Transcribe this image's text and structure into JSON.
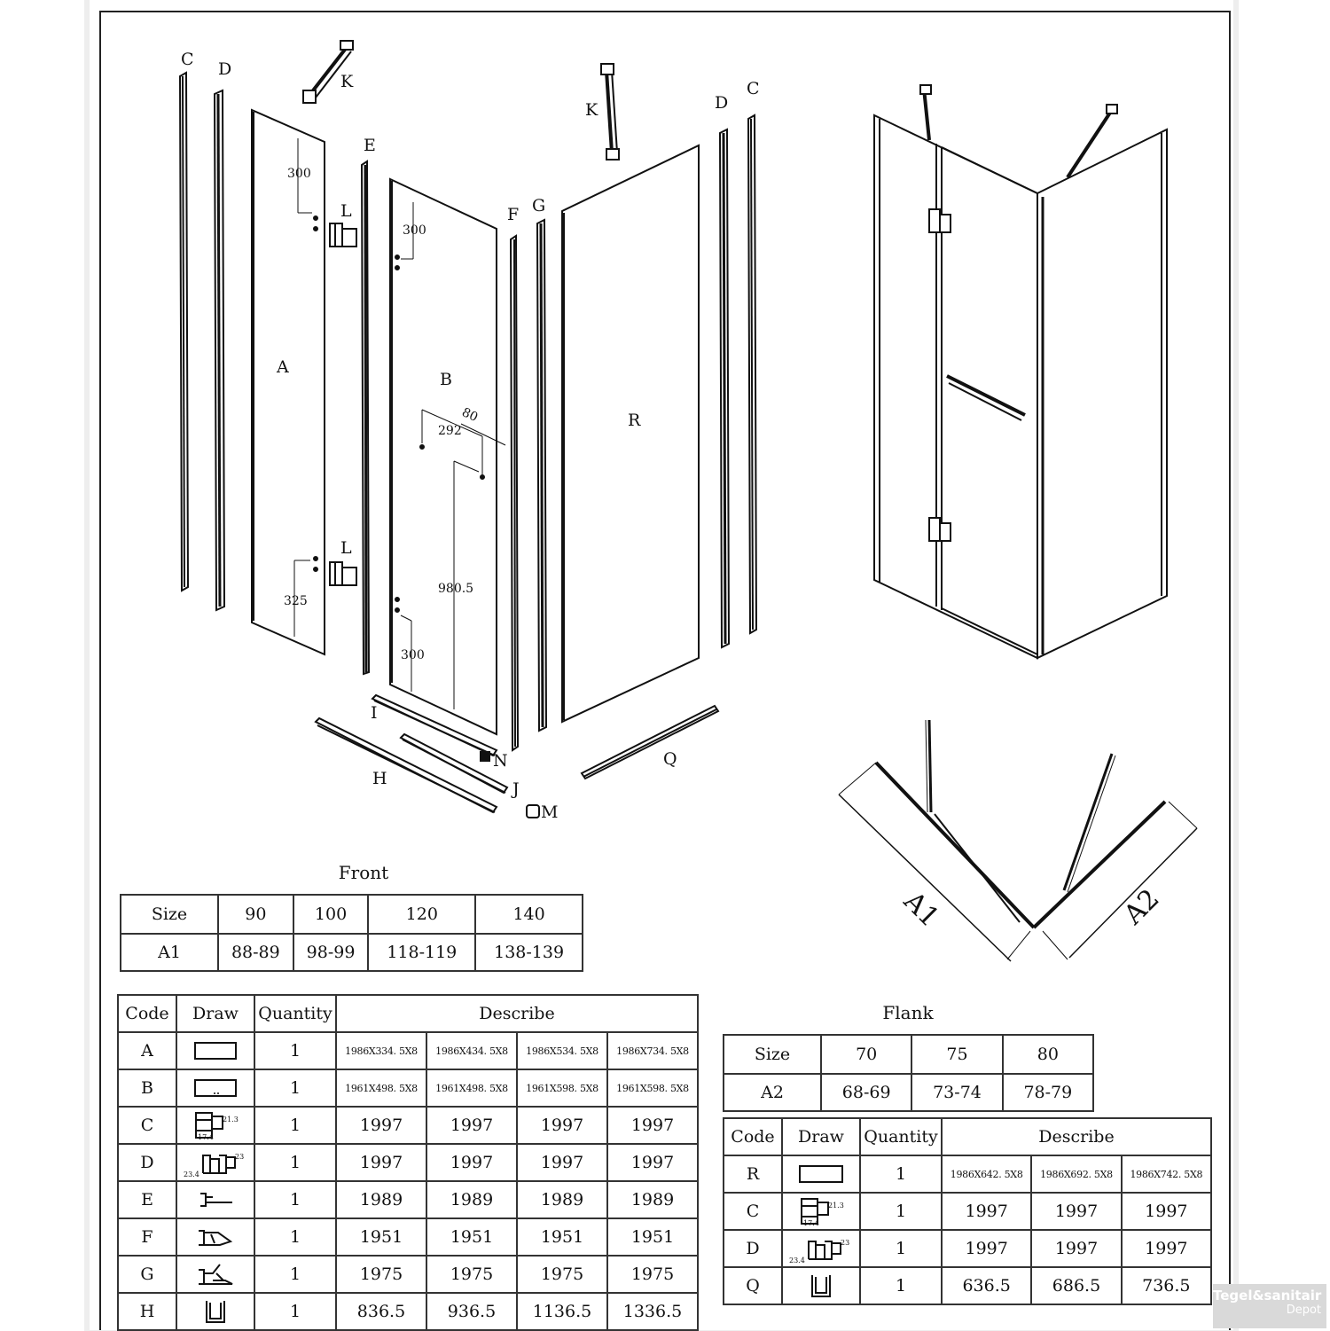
{
  "diagram": {
    "part_labels": {
      "C": "C",
      "D": "D",
      "K": "K",
      "E": "E",
      "L": "L",
      "A": "A",
      "B": "B",
      "F": "F",
      "G": "G",
      "R": "R",
      "I": "I",
      "H": "H",
      "J": "J",
      "N": "N",
      "M": "M",
      "Q": "Q"
    },
    "dimensions": {
      "a_top": "300",
      "a_bottom": "325",
      "b_top": "300",
      "b_handle_w": "292",
      "b_handle_d": "80",
      "b_height": "980.5",
      "b_bottom": "300"
    },
    "plan_labels": {
      "a1": "A1",
      "a2": "A2"
    }
  },
  "front": {
    "title": "Front",
    "size_label": "Size",
    "a1_label": "A1",
    "sizes": [
      "90",
      "100",
      "120",
      "140"
    ],
    "a1_values": [
      "88-89",
      "98-99",
      "118-119",
      "138-139"
    ]
  },
  "front_parts": {
    "headers": {
      "code": "Code",
      "draw": "Draw",
      "quantity": "Quantity",
      "describe": "Describe"
    },
    "rows": [
      {
        "code": "A",
        "draw": "panel-icon",
        "qty": "1",
        "vals": [
          "1986X334. 5X8",
          "1986X434. 5X8",
          "1986X534. 5X8",
          "1986X734. 5X8"
        ]
      },
      {
        "code": "B",
        "draw": "panel-holes-icon",
        "qty": "1",
        "vals": [
          "1961X498. 5X8",
          "1961X498. 5X8",
          "1961X598. 5X8",
          "1961X598. 5X8"
        ]
      },
      {
        "code": "C",
        "draw": "profile-c-icon",
        "qty": "1",
        "vals": [
          "1997",
          "1997",
          "1997",
          "1997"
        ]
      },
      {
        "code": "D",
        "draw": "profile-d-icon",
        "qty": "1",
        "vals": [
          "1997",
          "1997",
          "1997",
          "1997"
        ]
      },
      {
        "code": "E",
        "draw": "seal-e-icon",
        "qty": "1",
        "vals": [
          "1989",
          "1989",
          "1989",
          "1989"
        ]
      },
      {
        "code": "F",
        "draw": "seal-f-icon",
        "qty": "1",
        "vals": [
          "1951",
          "1951",
          "1951",
          "1951"
        ]
      },
      {
        "code": "G",
        "draw": "seal-g-icon",
        "qty": "1",
        "vals": [
          "1975",
          "1975",
          "1975",
          "1975"
        ]
      },
      {
        "code": "H",
        "draw": "u-profile-icon",
        "qty": "1",
        "vals": [
          "836.5",
          "936.5",
          "1136.5",
          "1336.5"
        ]
      }
    ],
    "profile_dims": {
      "c_w": "17.4",
      "c_h": "21.3",
      "d_w": "23.4",
      "d_h": "23"
    }
  },
  "flank": {
    "title": "Flank",
    "size_label": "Size",
    "a2_label": "A2",
    "sizes": [
      "70",
      "75",
      "80"
    ],
    "a2_values": [
      "68-69",
      "73-74",
      "78-79"
    ]
  },
  "flank_parts": {
    "headers": {
      "code": "Code",
      "draw": "Draw",
      "quantity": "Quantity",
      "describe": "Describe"
    },
    "rows": [
      {
        "code": "R",
        "draw": "panel-icon",
        "qty": "1",
        "vals": [
          "1986X642. 5X8",
          "1986X692. 5X8",
          "1986X742. 5X8"
        ]
      },
      {
        "code": "C",
        "draw": "profile-c-icon",
        "qty": "1",
        "vals": [
          "1997",
          "1997",
          "1997"
        ]
      },
      {
        "code": "D",
        "draw": "profile-d-icon",
        "qty": "1",
        "vals": [
          "1997",
          "1997",
          "1997"
        ]
      },
      {
        "code": "Q",
        "draw": "u-profile-icon",
        "qty": "1",
        "vals": [
          "636.5",
          "686.5",
          "736.5"
        ]
      }
    ]
  },
  "watermark": {
    "line1": "Tegel&sanitair",
    "line2": "Depot"
  },
  "colors": {
    "line": "#111111",
    "frame": "#222222",
    "watermark_bg": "#d9d9d9"
  }
}
